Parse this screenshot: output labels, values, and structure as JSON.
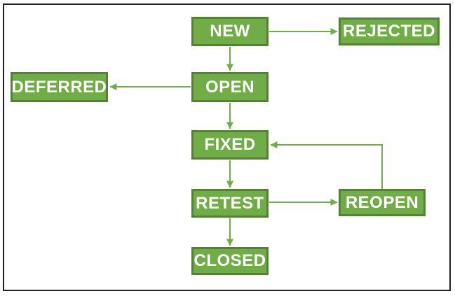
{
  "diagram": {
    "type": "flowchart",
    "nodes": {
      "new": {
        "label": "NEW"
      },
      "rejected": {
        "label": "REJECTED"
      },
      "deferred": {
        "label": "DEFERRED"
      },
      "open": {
        "label": "OPEN"
      },
      "fixed": {
        "label": "FIXED"
      },
      "retest": {
        "label": "RETEST"
      },
      "reopen": {
        "label": "REOPEN"
      },
      "closed": {
        "label": "CLOSED"
      }
    },
    "edges": [
      {
        "from": "NEW",
        "to": "REJECTED",
        "direction": "right"
      },
      {
        "from": "NEW",
        "to": "OPEN",
        "direction": "down"
      },
      {
        "from": "OPEN",
        "to": "DEFERRED",
        "direction": "left"
      },
      {
        "from": "OPEN",
        "to": "FIXED",
        "direction": "down"
      },
      {
        "from": "FIXED",
        "to": "RETEST",
        "direction": "down"
      },
      {
        "from": "RETEST",
        "to": "REOPEN",
        "direction": "right"
      },
      {
        "from": "RETEST",
        "to": "CLOSED",
        "direction": "down"
      },
      {
        "from": "REOPEN",
        "to": "FIXED",
        "direction": "up-then-left"
      }
    ]
  },
  "colors": {
    "node_fill": "#70AD47",
    "node_border": "#548235",
    "connector": "#70AD47",
    "text": "#FFFFFF",
    "frame": "#222222",
    "background": "#FFFFFF"
  }
}
